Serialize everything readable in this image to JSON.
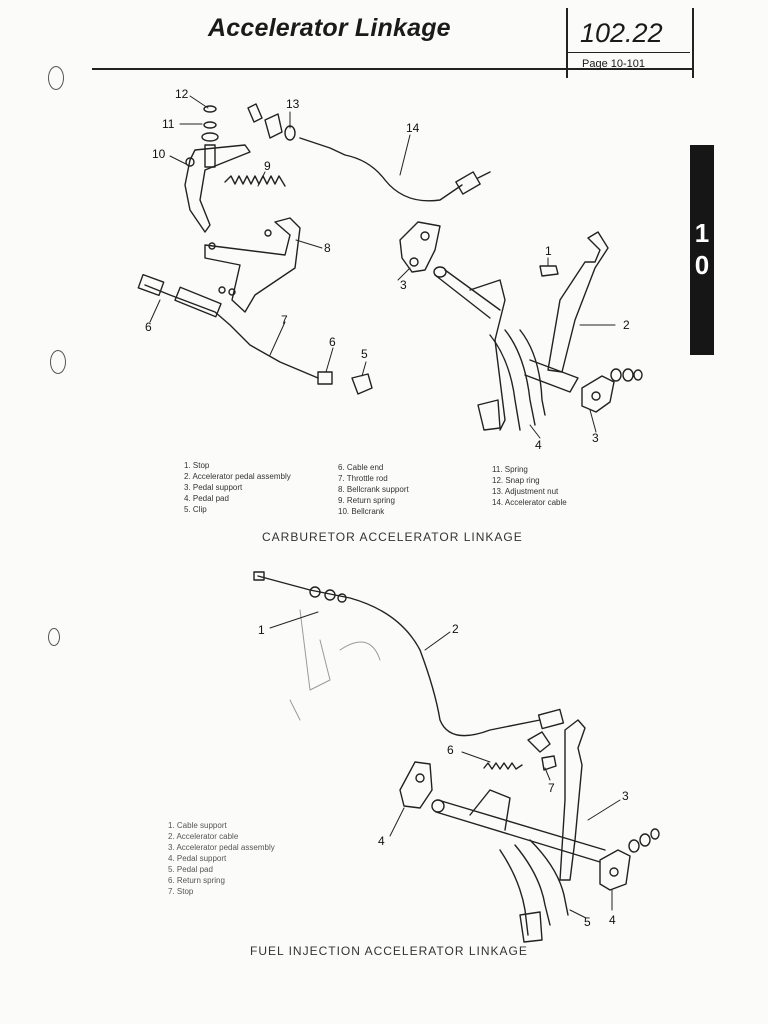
{
  "header": {
    "title": "Accelerator Linkage",
    "section_number": "102.22",
    "page_ref": "Page 10-101",
    "side_tab": [
      "1",
      "0"
    ]
  },
  "figure1": {
    "callouts": {
      "c1": "1",
      "c2": "2",
      "c3a": "3",
      "c3b": "3",
      "c4": "4",
      "c5": "5",
      "c6a": "6",
      "c6b": "6",
      "c7": "7",
      "c8": "8",
      "c9": "9",
      "c10": "10",
      "c11": "11",
      "c12": "12",
      "c13": "13",
      "c14": "14"
    },
    "legend_col1": [
      "1. Stop",
      "2. Accelerator pedal assembly",
      "3. Pedal support",
      "4. Pedal pad",
      "5. Clip"
    ],
    "legend_col2": [
      "6. Cable end",
      "7. Throttle rod",
      "8. Bellcrank support",
      "9. Return spring",
      "10. Bellcrank"
    ],
    "legend_col3": [
      "11. Spring",
      "12. Snap ring",
      "13. Adjustment nut",
      "14. Accelerator cable"
    ],
    "caption": "CARBURETOR ACCELERATOR LINKAGE"
  },
  "figure2": {
    "callouts": {
      "c1": "1",
      "c2": "2",
      "c3": "3",
      "c4a": "4",
      "c4b": "4",
      "c5": "5",
      "c6": "6",
      "c7": "7"
    },
    "legend": [
      "1. Cable support",
      "2. Accelerator cable",
      "3. Accelerator pedal assembly",
      "4. Pedal support",
      "5. Pedal pad",
      "6. Return spring",
      "7. Stop"
    ],
    "caption": "FUEL INJECTION ACCELERATOR LINKAGE"
  }
}
